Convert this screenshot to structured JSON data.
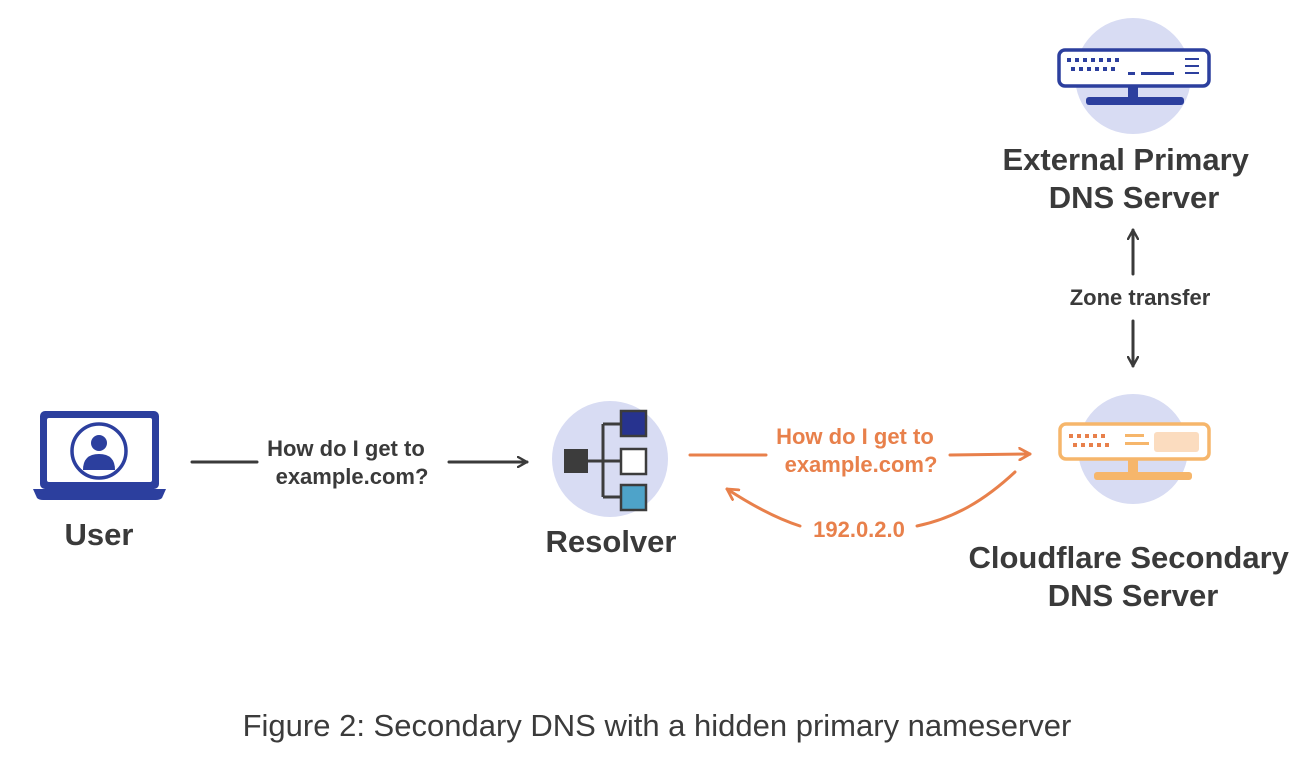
{
  "nodes": {
    "user": {
      "label": "User"
    },
    "resolver": {
      "label": "Resolver"
    },
    "primary": {
      "label_line1": "External Primary",
      "label_line2": "DNS Server"
    },
    "secondary": {
      "label_line1": "Cloudflare Secondary",
      "label_line2": "DNS Server"
    }
  },
  "edges": {
    "user_to_resolver": {
      "line1": "How do I get to",
      "line2": "example.com?"
    },
    "resolver_to_secondary": {
      "line1": "How do I get to",
      "line2": "example.com?"
    },
    "secondary_to_resolver": {
      "label": "192.0.2.0"
    },
    "zone_transfer": {
      "label": "Zone transfer"
    }
  },
  "caption": "Figure 2: Secondary DNS with a hidden primary nameserver",
  "colors": {
    "text_dark": "#3a3a3a",
    "orange": "#e8804b",
    "orange_light": "#f6b66b",
    "halo": "#d8dcf3",
    "navy": "#2c3f9e",
    "resolver_dark": "#3c3c3c",
    "resolver_navy": "#27338f",
    "resolver_teal": "#4ea3c9"
  },
  "icons": {
    "user": "laptop-user-icon",
    "resolver": "resolver-tree-icon",
    "primary": "server-icon",
    "secondary": "server-icon"
  }
}
